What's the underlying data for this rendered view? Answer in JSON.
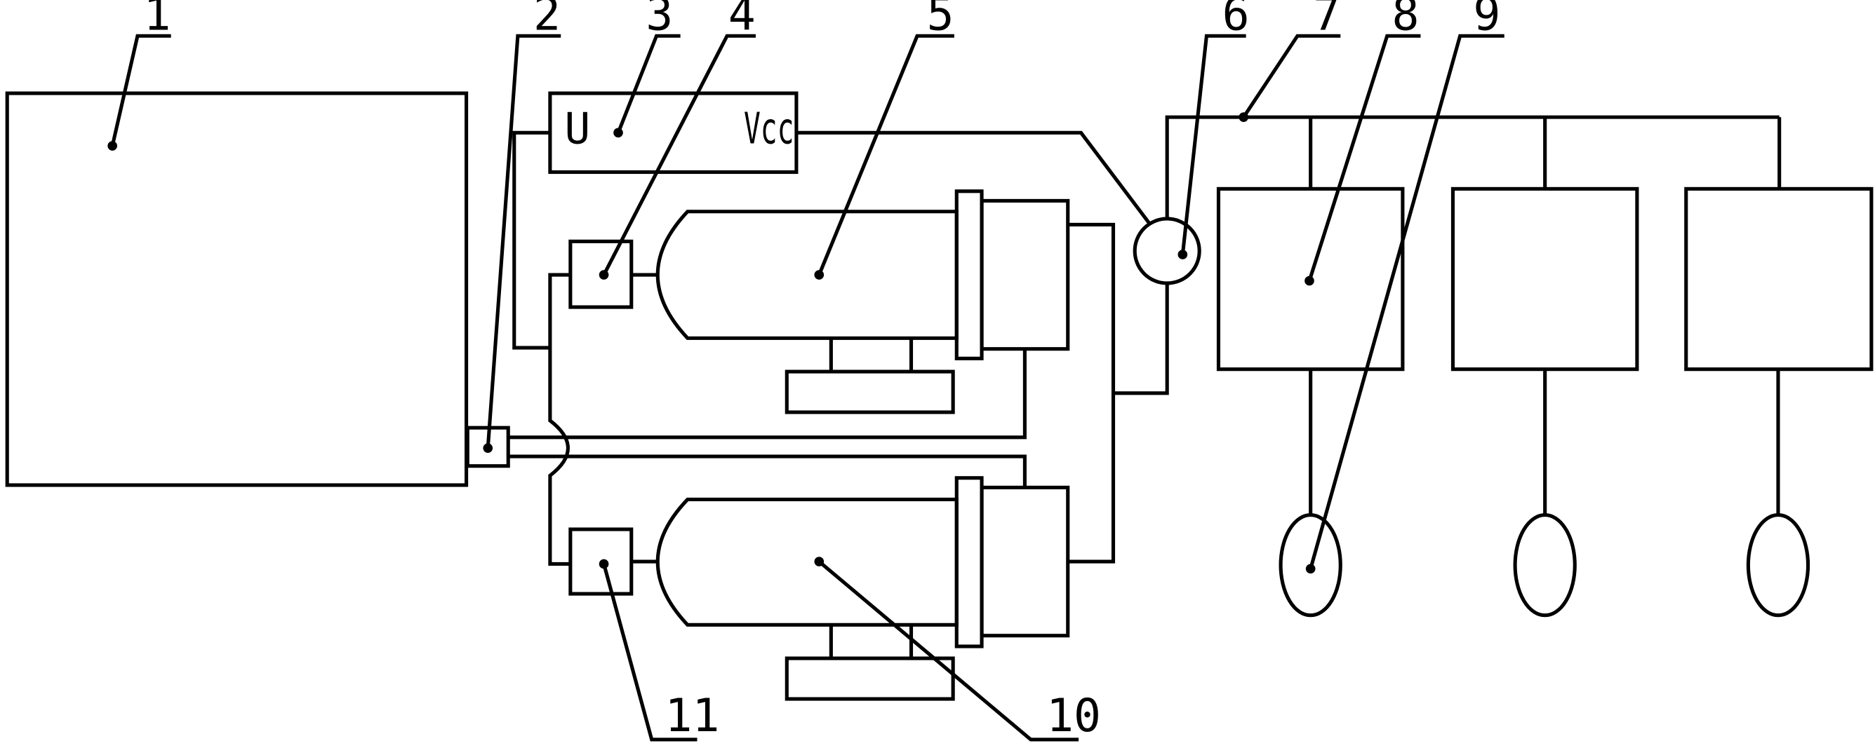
{
  "colors": {
    "background": "#ffffff",
    "line": "#000000"
  },
  "callouts": {
    "c1": "1",
    "c2": "2",
    "c3": "3",
    "c4": "4",
    "c5": "5",
    "c6": "6",
    "c7": "7",
    "c8": "8",
    "c9": "9",
    "c10": "10",
    "c11": "11"
  },
  "labels": {
    "input_terminal": "U",
    "supply_terminal": "Vcc"
  }
}
